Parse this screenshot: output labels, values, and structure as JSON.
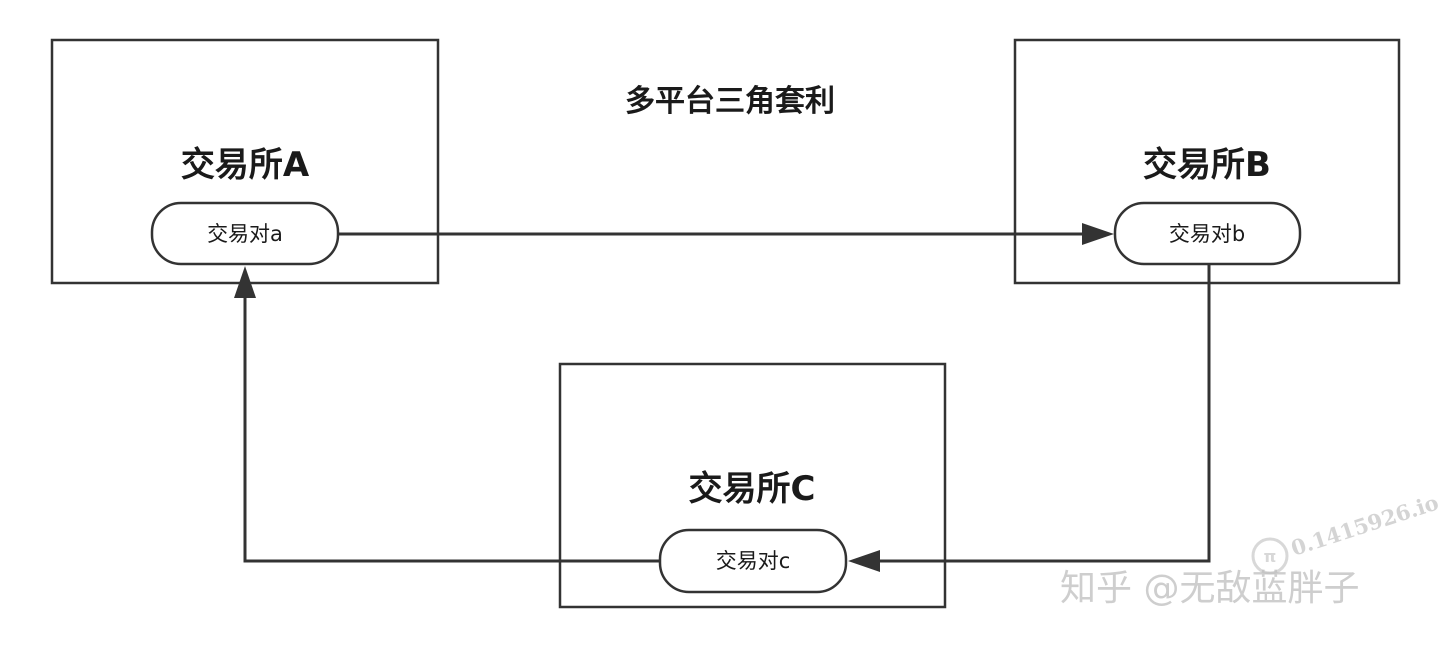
{
  "title": "多平台三角套利",
  "exchanges": {
    "a": {
      "name": "交易所A",
      "pair": "交易对a"
    },
    "b": {
      "name": "交易所B",
      "pair": "交易对b"
    },
    "c": {
      "name": "交易所C",
      "pair": "交易对c"
    }
  },
  "watermarks": {
    "zhihu": "知乎 @无敌蓝胖子",
    "site": "0.1415926.io",
    "logo_glyph": "π"
  },
  "colors": {
    "line": "#333333",
    "text": "#1a1a1a",
    "watermark": "#bdbdbd"
  }
}
